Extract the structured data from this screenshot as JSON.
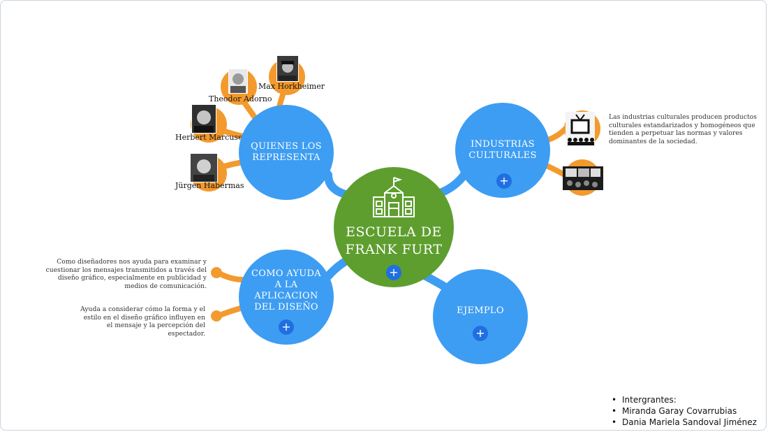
{
  "center": {
    "title_line1": "ESCUELA DE",
    "title_line2": "FRANK FURT",
    "icon": "school-building-icon"
  },
  "nodes": {
    "quienes": {
      "line1": "QUIENES LOS",
      "line2": "REPRESENTA"
    },
    "industrias": {
      "line1": "INDUSTRIAS",
      "line2": "CULTURALES"
    },
    "como_ayuda": {
      "line1": "COMO AYUDA",
      "line2": "A LA",
      "line3": "APLICACION",
      "line4": "DEL DISEÑO"
    },
    "ejemplo": {
      "line1": "EJEMPLO"
    }
  },
  "representantes": {
    "horkheimer": "Max Horkheimer",
    "adorno": "Theodor Adorno",
    "marcuse": "Herbert Marcuse",
    "habermas": "Jürgen Habermas"
  },
  "notes": {
    "industrias": " Las industrias culturales producen productos culturales estandarizados y homogéneos que tienden a perpetuar las normas y valores dominantes de la sociedad.",
    "ayuda_1": "Como diseñadores nos ayuda para examinar y cuestionar los mensajes transmitidos a través del diseño gráfico, especialmente en publicidad y medios de comunicación.",
    "ayuda_2": "Ayuda a considerar cómo la forma y el estilo en el diseño gráfico influyen en el mensaje y la percepción del espectador."
  },
  "members": {
    "heading": "Intergrantes:",
    "member1": "Miranda Garay Covarrubias",
    "member2": "Dania Mariela Sandoval Jiménez"
  },
  "plus_symbol": "+",
  "colors": {
    "blue": "#3d9df2",
    "green": "#5e9e2e",
    "orange": "#f39a2e",
    "plus": "#1f6fe3"
  }
}
